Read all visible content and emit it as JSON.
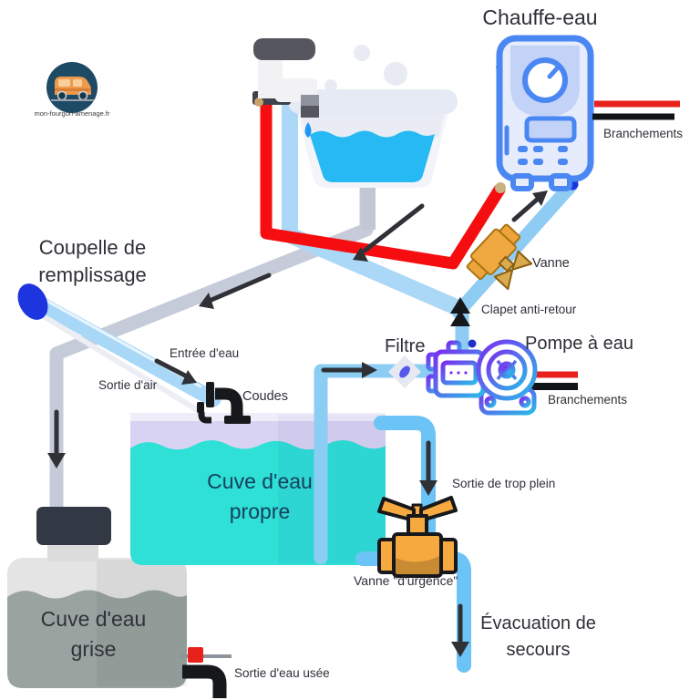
{
  "logo": {
    "site": "mon-fourgon-amenage.fr"
  },
  "labels": {
    "chauffe_eau": "Chauffe-eau",
    "branchements_heater": "Branchements",
    "coupelle": "Coupelle de remplissage",
    "vanne": "Vanne",
    "clapet": "Clapet anti-retour",
    "filtre": "Filtre",
    "pompe": "Pompe à eau",
    "branchements_pump": "Branchements",
    "entree_eau": "Entrée d'eau",
    "sortie_air": "Sortie d'air",
    "coudes": "Coudes",
    "cuve_propre": "Cuve d'eau propre",
    "sortie_trop_plein": "Sortie de trop plein",
    "vanne_urgence": "Vanne \"d'urgence\"",
    "cuve_grise": "Cuve d'eau grise",
    "evacuation": "Évacuation de secours",
    "sortie_eau_usee": "Sortie d'eau usée"
  },
  "colors": {
    "pipe_cold_light": "#abd8f7",
    "pipe_cold_medium": "#8fccf4",
    "pipe_overflow": "#6cc3f6",
    "pipe_hot_red": "#f60d10",
    "pipe_grey": "#c5cbd8",
    "water_clean": "#2ee0d6",
    "tank_lavender": "#d8d3f2",
    "water_grey": "#99a4a1",
    "heater_blue": "#4b87f2",
    "valve_orange": "#f5a93e",
    "pump_purple": "#7b2ff0",
    "pump_cyan": "#2ab9e8",
    "logo_navy": "#1d4b66",
    "logo_orange": "#ee9a4d",
    "text_dark": "#2e3038"
  }
}
